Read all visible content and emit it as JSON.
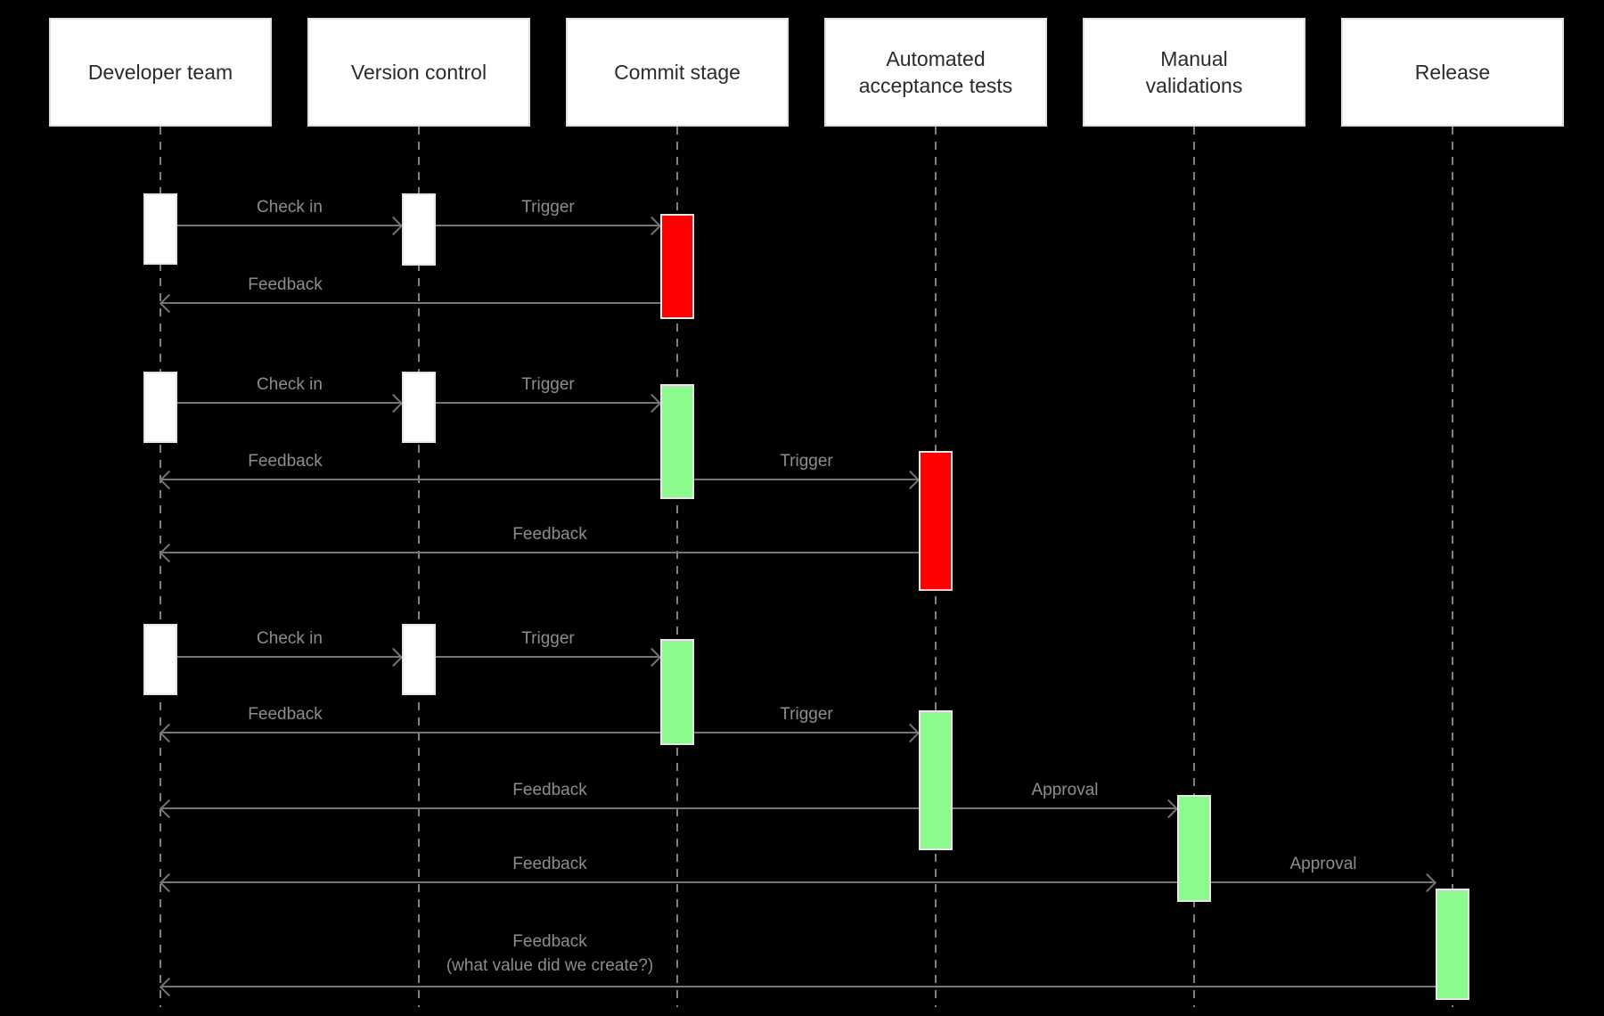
{
  "diagram": {
    "type": "sequence",
    "subject": "Continuous delivery deployment pipeline",
    "colors": {
      "background": "#000000",
      "actor_box_bg": "#ffffff",
      "actor_box_border": "#e2e2e2",
      "actor_box_text": "#2b2b2b",
      "lifeline": "#808080",
      "arrow": "#757575",
      "label_text": "#8d8d8d",
      "activation_neutral": "#ffffff",
      "activation_fail": "#ff0000",
      "activation_pass": "#8cfa8c",
      "activation_border": "#e6e6e6"
    },
    "actors": [
      {
        "name": "Developer team"
      },
      {
        "name": "Version control"
      },
      {
        "name": "Commit stage"
      },
      {
        "name": "Automated acceptance tests"
      },
      {
        "name": "Manual validations"
      },
      {
        "name": "Release"
      }
    ],
    "messages": [
      {
        "label": "Check in",
        "from": "Developer team",
        "to": "Version control"
      },
      {
        "label": "Trigger",
        "from": "Version control",
        "to": "Commit stage"
      },
      {
        "label": "Feedback",
        "from": "Commit stage",
        "to": "Developer team"
      },
      {
        "label": "Check in",
        "from": "Developer team",
        "to": "Version control"
      },
      {
        "label": "Trigger",
        "from": "Version control",
        "to": "Commit stage"
      },
      {
        "label": "Feedback",
        "from": "Commit stage",
        "to": "Developer team"
      },
      {
        "label": "Trigger",
        "from": "Commit stage",
        "to": "Automated acceptance tests"
      },
      {
        "label": "Feedback",
        "from": "Automated acceptance tests",
        "to": "Developer team"
      },
      {
        "label": "Check in",
        "from": "Developer team",
        "to": "Version control"
      },
      {
        "label": "Trigger",
        "from": "Version control",
        "to": "Commit stage"
      },
      {
        "label": "Feedback",
        "from": "Commit stage",
        "to": "Developer team"
      },
      {
        "label": "Trigger",
        "from": "Commit stage",
        "to": "Automated acceptance tests"
      },
      {
        "label": "Feedback",
        "from": "Automated acceptance tests",
        "to": "Developer team"
      },
      {
        "label": "Approval",
        "from": "Automated acceptance tests",
        "to": "Manual validations"
      },
      {
        "label": "Feedback",
        "from": "Manual validations",
        "to": "Developer team"
      },
      {
        "label": "Approval",
        "from": "Manual validations",
        "to": "Release"
      },
      {
        "label": "Feedback",
        "sublabel": "(what value did we create?)",
        "from": "Release",
        "to": "Developer team"
      }
    ],
    "activations": [
      {
        "actor": "Developer team",
        "status": "neutral"
      },
      {
        "actor": "Version control",
        "status": "neutral"
      },
      {
        "actor": "Commit stage",
        "status": "fail"
      },
      {
        "actor": "Developer team",
        "status": "neutral"
      },
      {
        "actor": "Version control",
        "status": "neutral"
      },
      {
        "actor": "Commit stage",
        "status": "pass"
      },
      {
        "actor": "Automated acceptance tests",
        "status": "fail"
      },
      {
        "actor": "Developer team",
        "status": "neutral"
      },
      {
        "actor": "Version control",
        "status": "neutral"
      },
      {
        "actor": "Commit stage",
        "status": "pass"
      },
      {
        "actor": "Automated acceptance tests",
        "status": "pass"
      },
      {
        "actor": "Manual validations",
        "status": "pass"
      },
      {
        "actor": "Release",
        "status": "pass"
      }
    ]
  }
}
